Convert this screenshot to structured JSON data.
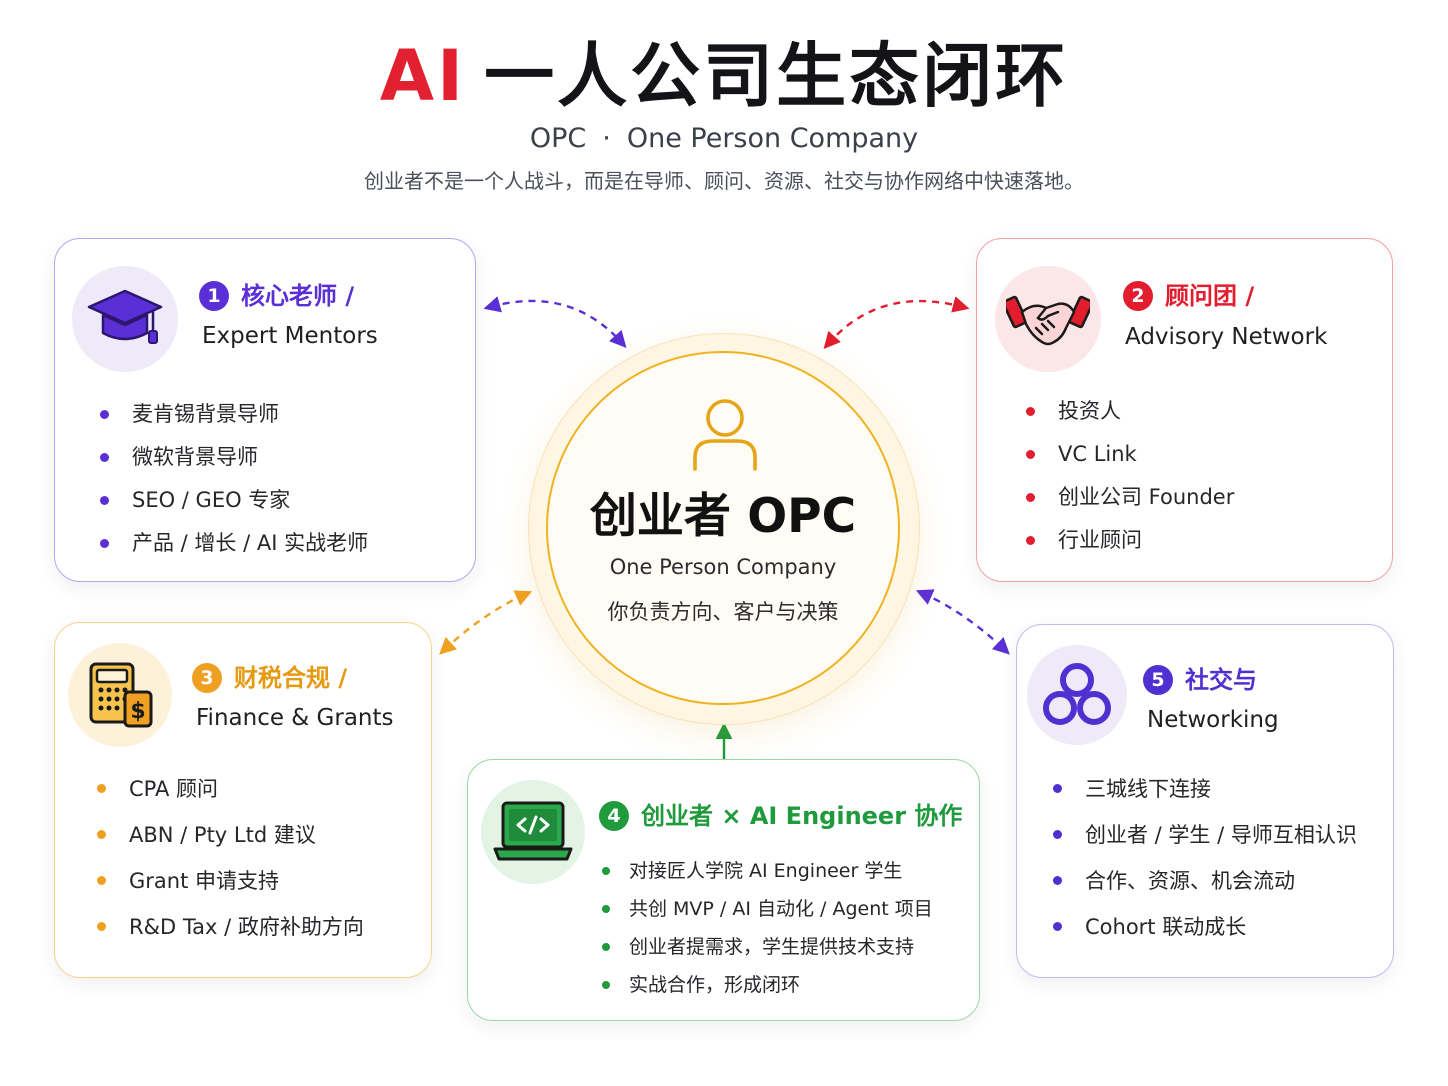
{
  "header": {
    "title_ai": "AI",
    "title_rest": "一人公司生态闭环",
    "subtitle_left": "OPC",
    "subtitle_dot": "·",
    "subtitle_right": "One Person Company",
    "tagline": "创业者不是一个人战斗，而是在导师、顾问、资源、社交与协作网络中快速落地。"
  },
  "center": {
    "title": "创业者 OPC",
    "subtitle": "One Person Company",
    "tagline": "你负责方向、客户与决策",
    "icon": "person-icon"
  },
  "cards": [
    {
      "num": "1",
      "title": "核心老师 /",
      "subtitle": "Expert Mentors",
      "icon": "graduation-cap-icon",
      "color": "#5b2fd6",
      "items": [
        "麦肯锡背景导师",
        "微软背景导师",
        "SEO / GEO 专家",
        "产品 / 增长 / AI 实战老师"
      ]
    },
    {
      "num": "2",
      "title": "顾问团 /",
      "subtitle": "Advisory Network",
      "icon": "handshake-icon",
      "color": "#e11d2e",
      "items": [
        "投资人",
        "VC Link",
        "创业公司 Founder",
        "行业顾问"
      ]
    },
    {
      "num": "3",
      "title": "财税合规 /",
      "subtitle": "Finance & Grants",
      "icon": "calculator-icon",
      "color": "#f0a020",
      "items": [
        "CPA 顾问",
        "ABN / Pty Ltd 建议",
        "Grant 申请支持",
        "R&D Tax / 政府补助方向"
      ]
    },
    {
      "num": "4",
      "title": "创业者 × AI Engineer 协作",
      "subtitle": "",
      "icon": "laptop-code-icon",
      "color": "#1f9a3c",
      "items": [
        "对接匠人学院 AI Engineer 学生",
        "共创 MVP / AI 自动化 / Agent 项目",
        "创业者提需求，学生提供技术支持",
        "实战合作，形成闭环"
      ]
    },
    {
      "num": "5",
      "title": "社交与",
      "subtitle": "Networking",
      "icon": "network-circles-icon",
      "color": "#5030d0",
      "items": [
        "三城线下连接",
        "创业者 / 学生 / 导师互相认识",
        "合作、资源、机会流动",
        "Cohort 联动成长"
      ]
    }
  ]
}
